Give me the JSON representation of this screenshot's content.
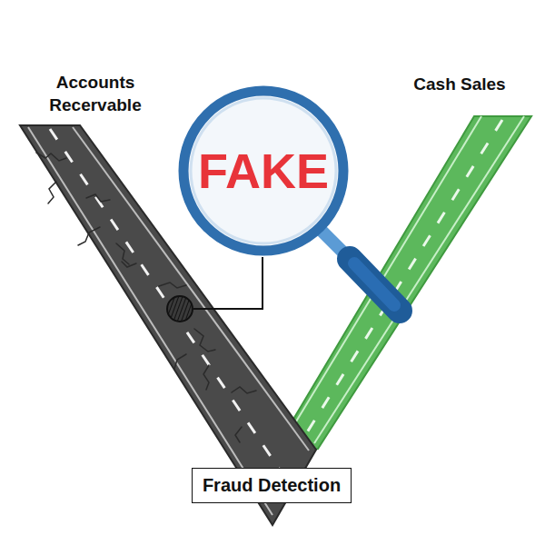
{
  "diagram": {
    "nodes": [
      {
        "text": [
          "FAKE"
        ]
      },
      {
        "text": [
          "Fraud Detection"
        ]
      }
    ],
    "labels": [
      "Accounts Recervable",
      "Cash Sales"
    ]
  }
}
